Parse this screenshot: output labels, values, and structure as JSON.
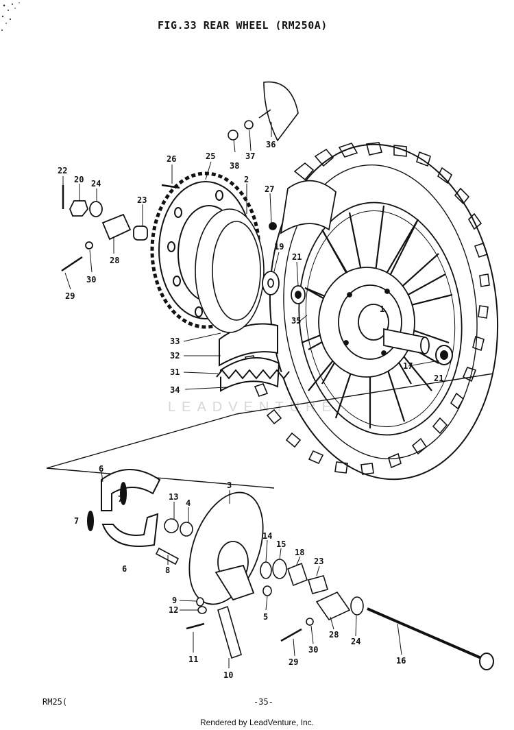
{
  "title": "FIG.33   REAR WHEEL (RM250A)",
  "footer": {
    "model": "RM25(",
    "page": "-35-",
    "rendered_by": "Rendered by LeadVenture, Inc."
  },
  "watermark": "LEADVENTURE",
  "callouts": {
    "c22": "22",
    "c20": "20",
    "c24a": "24",
    "c23a": "23",
    "c26": "26",
    "c25": "25",
    "c2": "2",
    "c27": "27",
    "c38": "38",
    "c37": "37",
    "c36": "36",
    "c28a": "28",
    "c30a": "30",
    "c29a": "29",
    "c19": "19",
    "c21a": "21",
    "c35": "35",
    "c33": "33",
    "c32": "32",
    "c31": "31",
    "c34": "34",
    "c17": "17",
    "c21b": "21",
    "c1": "1",
    "c6a": "6",
    "c7a": "7",
    "c7b": "7",
    "c6b": "6",
    "c13": "13",
    "c4": "4",
    "c3": "3",
    "c14": "14",
    "c15": "15",
    "c18": "18",
    "c23b": "23",
    "c8": "8",
    "c9": "9",
    "c12": "12",
    "c5": "5",
    "c11": "11",
    "c10": "10",
    "c28b": "28",
    "c24b": "24",
    "c30b": "30",
    "c29b": "29",
    "c16": "16"
  }
}
